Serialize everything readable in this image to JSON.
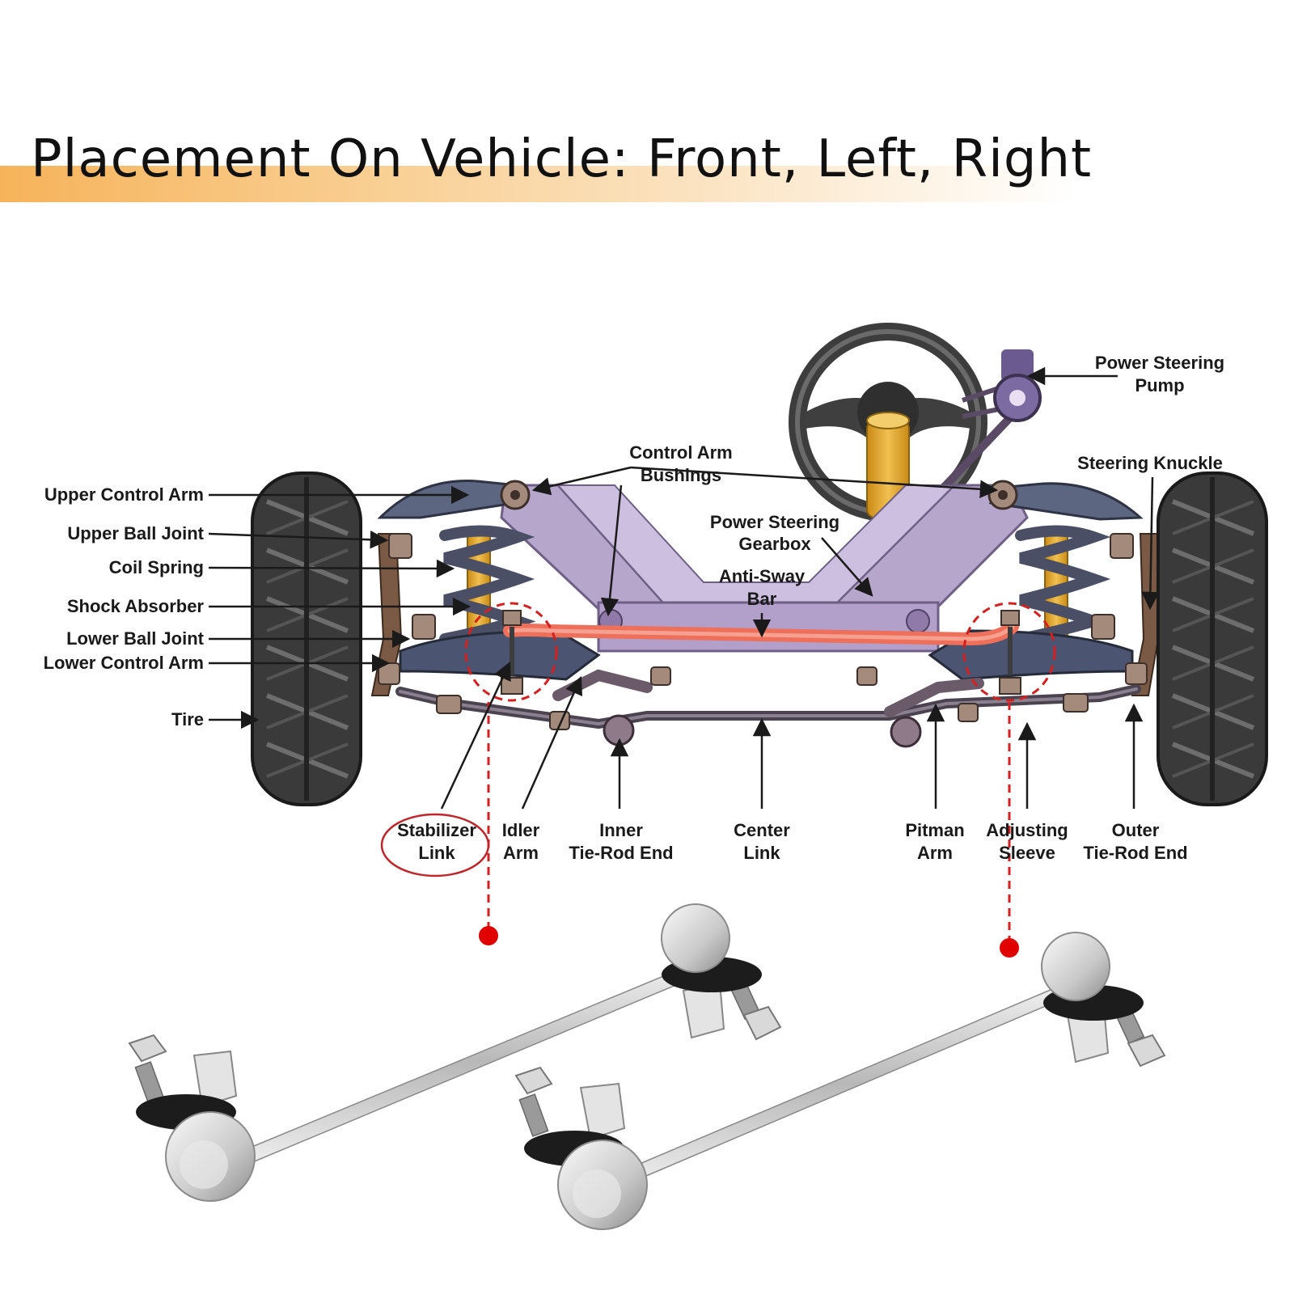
{
  "title": "Placement On Vehicle: Front, Left, Right",
  "colors": {
    "accent_band": "#f6b35a",
    "frame": "#b7a6cc",
    "arm": "#5c6680",
    "anti_sway_bar": "#ee6f5a",
    "highlight_red": "#d61f1f",
    "tire": "#3a3a3a",
    "spring": "#4a4f66",
    "shock": "#e4a52a",
    "knuckle": "#7a5a45"
  },
  "icons": [
    "steering-wheel-icon",
    "tire-icon",
    "stabilizer-link-icon"
  ],
  "labels": {
    "power_steering_pump": [
      "Power Steering",
      "Pump"
    ],
    "control_arm_bushings": [
      "Control Arm",
      "Bushings"
    ],
    "steering_knuckle": "Steering Knuckle",
    "upper_control_arm": "Upper Control Arm",
    "upper_ball_joint": "Upper Ball Joint",
    "coil_spring": "Coil Spring",
    "shock_absorber": "Shock Absorber",
    "lower_ball_joint": "Lower Ball Joint",
    "lower_control_arm": "Lower Control Arm",
    "tire": "Tire",
    "power_steering_gearbox": [
      "Power Steering",
      "Gearbox"
    ],
    "anti_sway_bar": [
      "Anti-Sway",
      "Bar"
    ],
    "stabilizer_link": [
      "Stabilizer",
      "Link"
    ],
    "idler_arm": [
      "Idler",
      "Arm"
    ],
    "inner_tie_rod_end": [
      "Inner",
      "Tie-Rod End"
    ],
    "center_link": [
      "Center",
      "Link"
    ],
    "pitman_arm": [
      "Pitman",
      "Arm"
    ],
    "adjusting_sleeve": [
      "Adjusting",
      "Sleeve"
    ],
    "outer_tie_rod_end": [
      "Outer",
      "Tie-Rod End"
    ]
  }
}
